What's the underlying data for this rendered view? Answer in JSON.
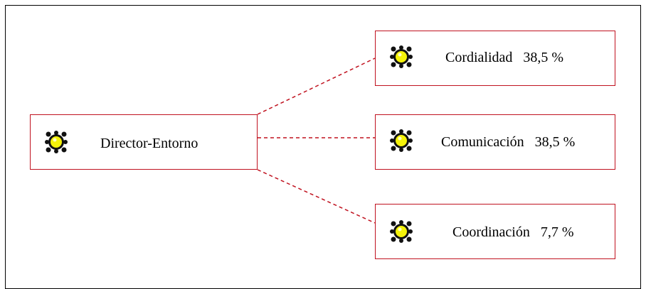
{
  "diagram": {
    "root": {
      "label": "Director-Entorno",
      "icon": "star-badge-icon"
    },
    "children": [
      {
        "label": "Cordialidad   38,5 %",
        "icon": "star-badge-icon"
      },
      {
        "label": "Comunicación   38,5 %",
        "icon": "star-badge-icon"
      },
      {
        "label": "Coordinación   7,7 %",
        "icon": "star-badge-icon"
      }
    ],
    "colors": {
      "node_border": "#c0121f",
      "connector": "#c0121f",
      "icon_fill": "#f4f20a",
      "icon_outline": "#111111"
    }
  }
}
